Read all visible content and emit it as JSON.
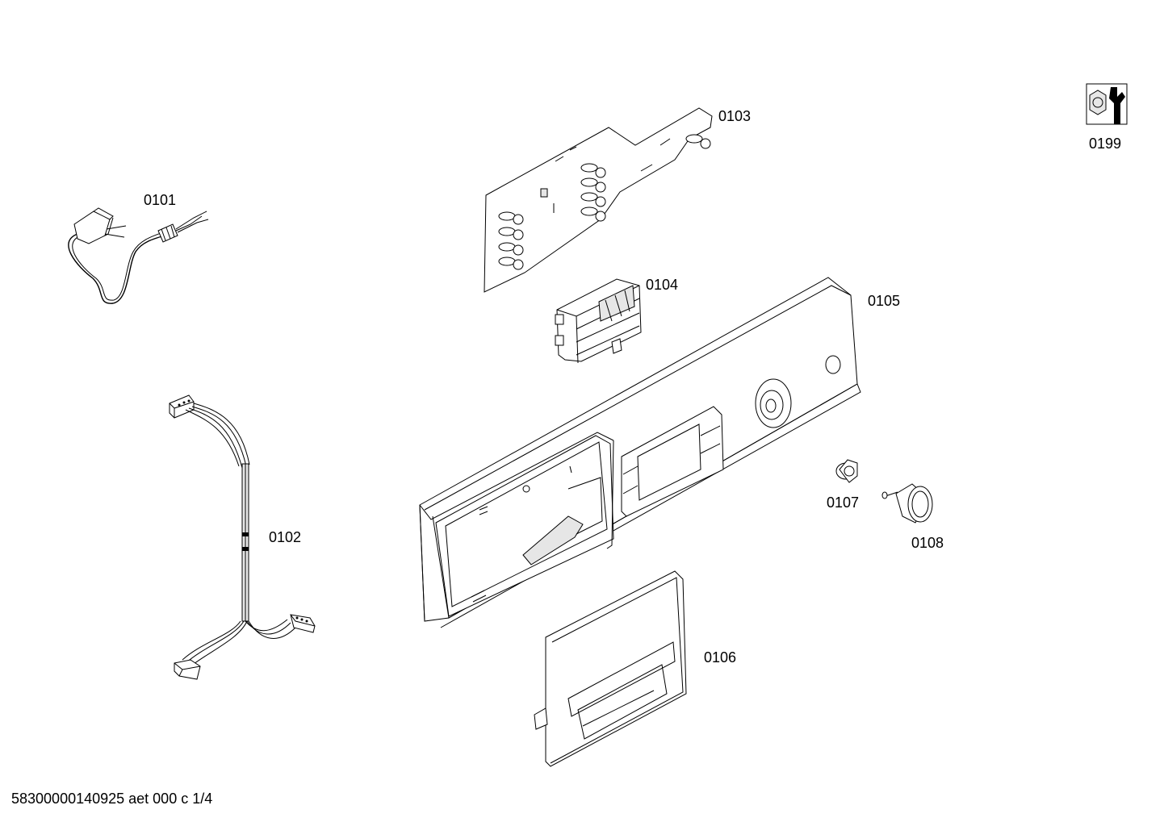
{
  "parts": [
    {
      "id": "p0101",
      "label": "0101"
    },
    {
      "id": "p0102",
      "label": "0102"
    },
    {
      "id": "p0103",
      "label": "0103"
    },
    {
      "id": "p0104",
      "label": "0104"
    },
    {
      "id": "p0105",
      "label": "0105"
    },
    {
      "id": "p0106",
      "label": "0106"
    },
    {
      "id": "p0107",
      "label": "0107"
    },
    {
      "id": "p0108",
      "label": "0108"
    },
    {
      "id": "p0199",
      "label": "0199"
    }
  ],
  "footer": {
    "document_code": "58300000140925 aet 000 c 1/4"
  },
  "icons": {
    "service_icon": "wrench-and-nut-icon"
  }
}
